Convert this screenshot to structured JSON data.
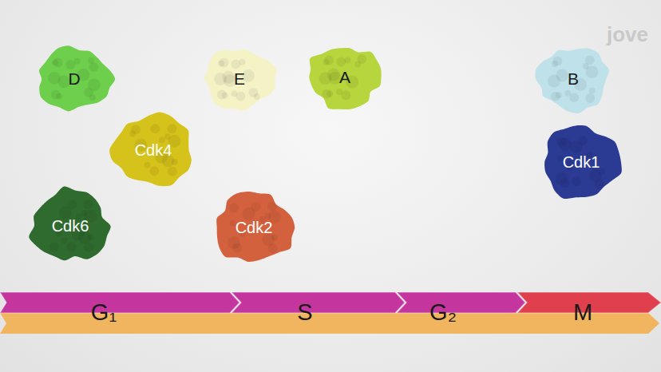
{
  "diagram": {
    "nodes": [
      {
        "text": [
          "D"
        ]
      },
      {
        "text": [
          "E"
        ]
      },
      {
        "text": [
          "A"
        ]
      },
      {
        "text": [
          "B"
        ]
      },
      {
        "text": [
          "Cdk4"
        ]
      },
      {
        "text": [
          "Cdk6"
        ]
      },
      {
        "text": [
          "Cdk2"
        ]
      },
      {
        "text": [
          "Cdk1"
        ]
      },
      {
        "text": [
          "G₁"
        ]
      },
      {
        "text": [
          "S"
        ]
      },
      {
        "text": [
          "G₂"
        ]
      },
      {
        "text": [
          "M"
        ]
      }
    ],
    "labels": [
      "jove"
    ]
  }
}
